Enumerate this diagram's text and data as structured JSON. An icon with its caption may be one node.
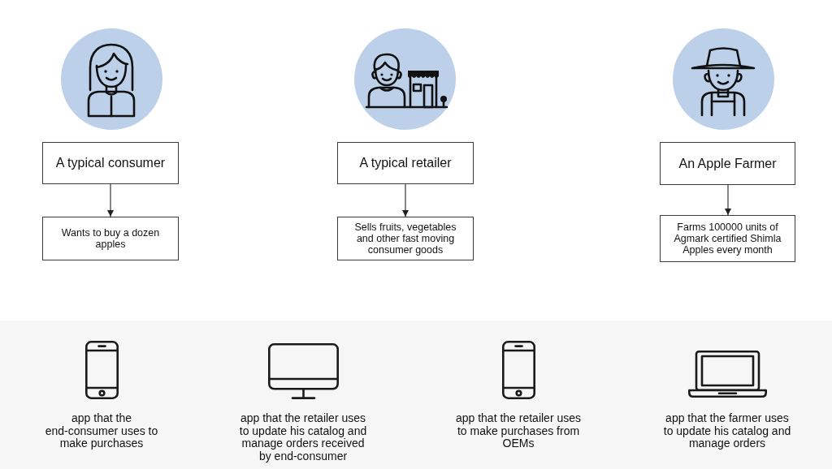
{
  "diagram": {
    "nodes": [
      {
        "text": [
          "A typical consumer"
        ]
      },
      {
        "text": [
          "Wants to buy a dozen apples"
        ]
      },
      {
        "text": [
          "A typical retailer"
        ]
      },
      {
        "text": [
          "Sells fruits, vegetables and other fast moving consumer goods"
        ]
      },
      {
        "text": [
          "An Apple Farmer"
        ]
      },
      {
        "text": [
          "Farms 100000 units of Agmark certified Shimla Apples every month"
        ]
      },
      {
        "text": [
          "app that the end-consumer uses to make purchases",
          "app that the retailer uses to update his catalog and manage orders received by end-consumer",
          "app that the retailer uses to make purchases from OEMs",
          "app that the farmer uses to update his catalog and manage orders"
        ]
      }
    ],
    "edges": [
      {
        "from": 0,
        "to": 1,
        "arrow": "to"
      },
      {
        "from": 2,
        "to": 3,
        "arrow": "to"
      },
      {
        "from": 4,
        "to": 5,
        "arrow": "to"
      }
    ]
  }
}
